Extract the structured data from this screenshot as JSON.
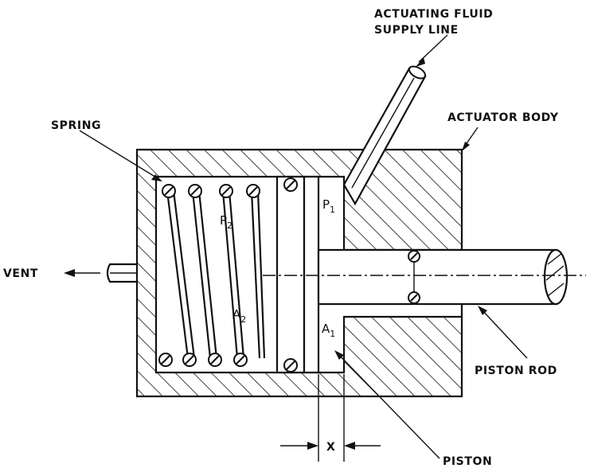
{
  "labels": {
    "supply_line_1": "ACTUATING FLUID",
    "supply_line_2": "SUPPLY LINE",
    "actuator_body": "ACTUATOR BODY",
    "spring": "SPRING",
    "vent": "VENT",
    "piston_rod": "PISTON ROD",
    "piston": "PISTON",
    "displacement": "X"
  },
  "symbols": {
    "p1_base": "P",
    "p1_sub": "1",
    "p2_base": "P",
    "p2_sub": "2",
    "a1_base": "A",
    "a1_sub": "1",
    "a2_base": "A",
    "a2_sub": "2"
  },
  "colors": {
    "ink": "#111111",
    "background": "#ffffff"
  }
}
